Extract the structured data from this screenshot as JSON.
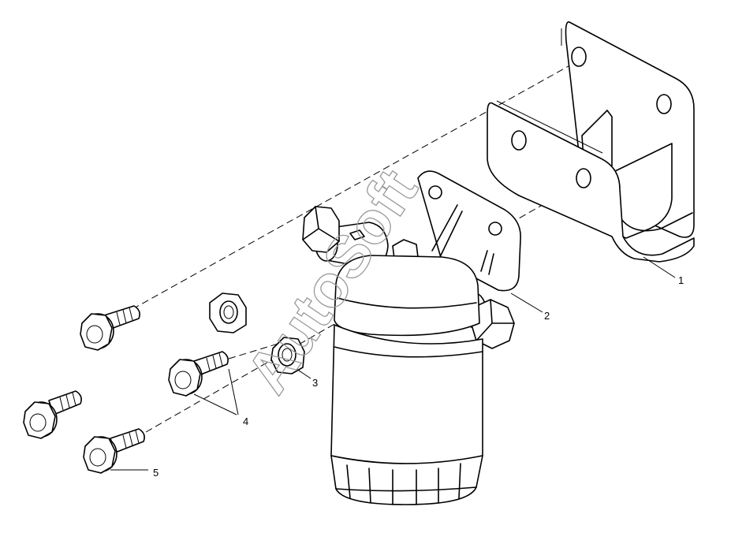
{
  "watermark": "AutoSoft",
  "callouts": [
    "1",
    "2",
    "3",
    "4",
    "5"
  ]
}
